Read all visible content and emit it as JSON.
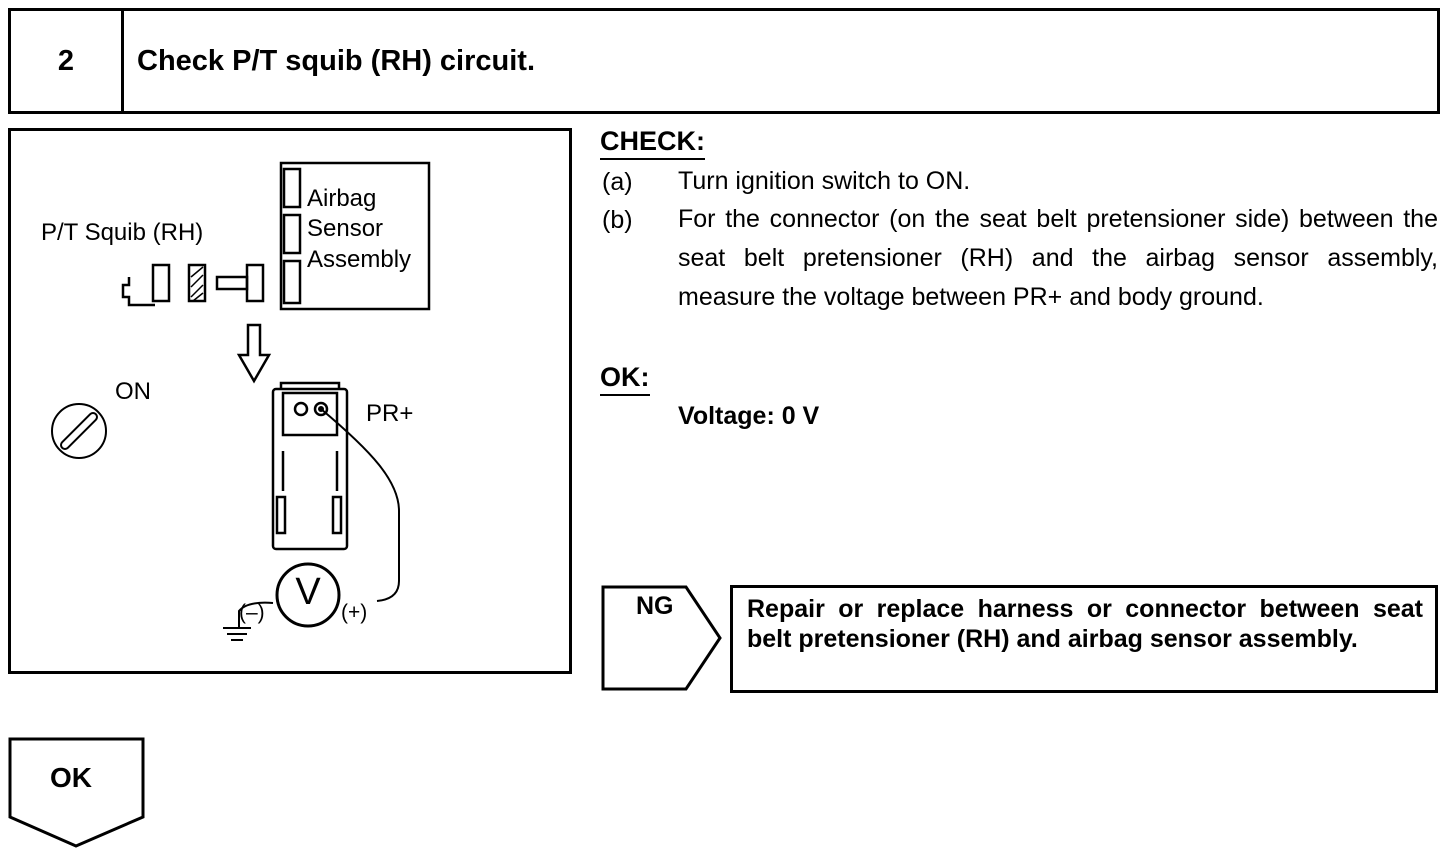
{
  "header": {
    "step_number": "2",
    "title": "Check P/T squib (RH) circuit."
  },
  "diagram": {
    "squib_label": "P/T Squib (RH)",
    "sensor_label_lines": [
      "Airbag",
      "Sensor",
      "Assembly"
    ],
    "ignition_label": "ON",
    "terminal_label": "PR+",
    "meter_symbol": "V",
    "negative_label": "(–)",
    "positive_label": "(+)"
  },
  "check": {
    "heading": "CHECK:",
    "steps": [
      {
        "marker": "(a)",
        "text": "Turn ignition switch to ON."
      },
      {
        "marker": "(b)",
        "text": "For the connector (on the seat belt pretensioner side) between the seat belt pretensioner (RH) and the airbag sensor assembly, measure the voltage between PR+ and body ground."
      }
    ]
  },
  "ok": {
    "heading": "OK:",
    "value": "Voltage: 0 V"
  },
  "ng": {
    "label": "NG",
    "action": "Repair or replace harness or connector between seat belt pretensioner (RH) and airbag sensor assembly."
  },
  "ok_branch": {
    "label": "OK"
  }
}
